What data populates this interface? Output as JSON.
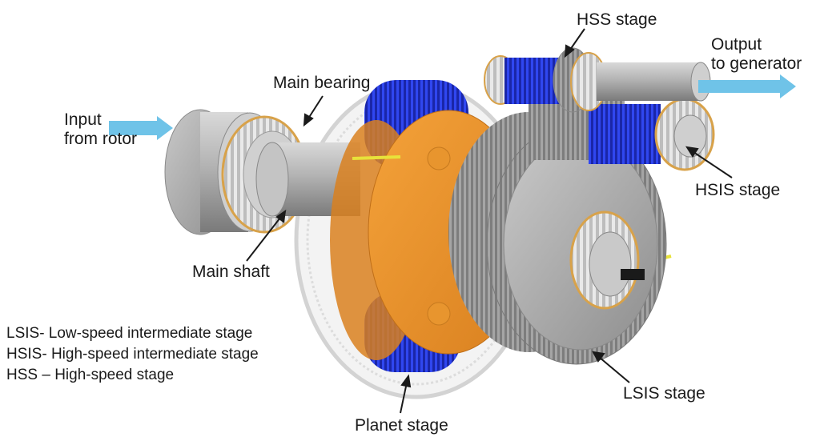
{
  "labels": {
    "input": [
      "Input",
      "from rotor"
    ],
    "main_bearing": "Main bearing",
    "hss_stage": "HSS stage",
    "output": [
      "Output",
      "to generator"
    ],
    "hsis_stage": "HSIS  stage",
    "main_shaft": "Main shaft",
    "lsis_stage": "LSIS  stage",
    "planet_stage": "Planet stage"
  },
  "legend": [
    "LSIS- Low-speed intermediate stage",
    "HSIS- High-speed intermediate stage",
    "HSS – High-speed stage"
  ],
  "colors": {
    "flow_arrow": "#6fc3e8",
    "carrier": "#e8912a",
    "gear_blue": "#2b3fe0",
    "gear_grey": "#a9a9a9",
    "bearing_gold": "#d8a24a",
    "shaft_yellow": "#e8e23a"
  }
}
